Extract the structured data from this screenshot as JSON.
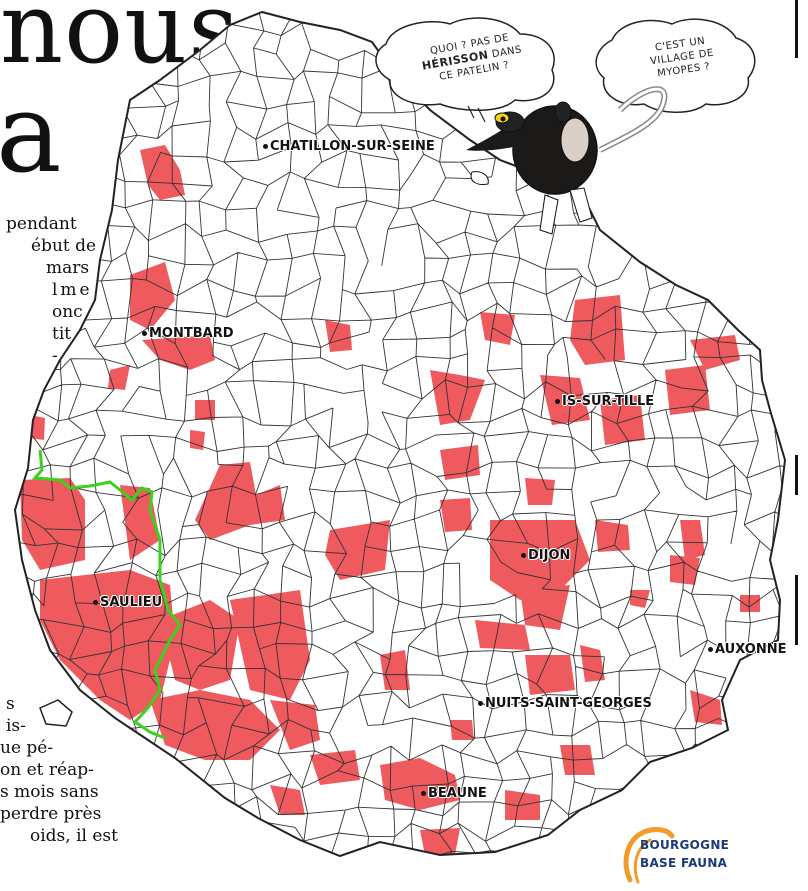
{
  "headline": {
    "line1": "nous",
    "line2": "a"
  },
  "left_column_top": [
    "pendant",
    "ébut de",
    "mars",
    "lme",
    "onc",
    "tit",
    "-"
  ],
  "left_column_bottom": [
    "s",
    "is-",
    "ue pé-",
    "on et réap-",
    "s mois sans",
    "perdre près",
    "oids, il est"
  ],
  "map": {
    "cities": [
      {
        "id": "chatillon",
        "label": "CHATILLON-SUR-SEINE"
      },
      {
        "id": "montbard",
        "label": "MONTBARD"
      },
      {
        "id": "is-sur-tille",
        "label": "IS-SUR-TILLE"
      },
      {
        "id": "dijon",
        "label": "DIJON"
      },
      {
        "id": "saulieu",
        "label": "SAULIEU"
      },
      {
        "id": "auxonne",
        "label": "AUXONNE"
      },
      {
        "id": "nuits",
        "label": "NUITS-SAINT-GEORGES"
      },
      {
        "id": "beaune",
        "label": "BEAUNE"
      }
    ],
    "colors": {
      "highlight": "#ee5a5e",
      "outline": "#333333",
      "boundary": "#3bd11f",
      "fill": "#ffffff"
    }
  },
  "cartoon": {
    "bubble1": {
      "line1": "QUOI ? PAS DE",
      "line2": "HÉRISSON",
      "line2b": "DANS",
      "line3": "CE PATELIN ?"
    },
    "bubble2": {
      "line1": "C'EST UN",
      "line2": "VILLAGE DE",
      "line3": "MYOPES ?"
    }
  },
  "logo": {
    "line1": "BOURGOGNE",
    "line2": "BASE FAUNA",
    "color": "#1b3a7a",
    "accent": "#f29b2a"
  }
}
